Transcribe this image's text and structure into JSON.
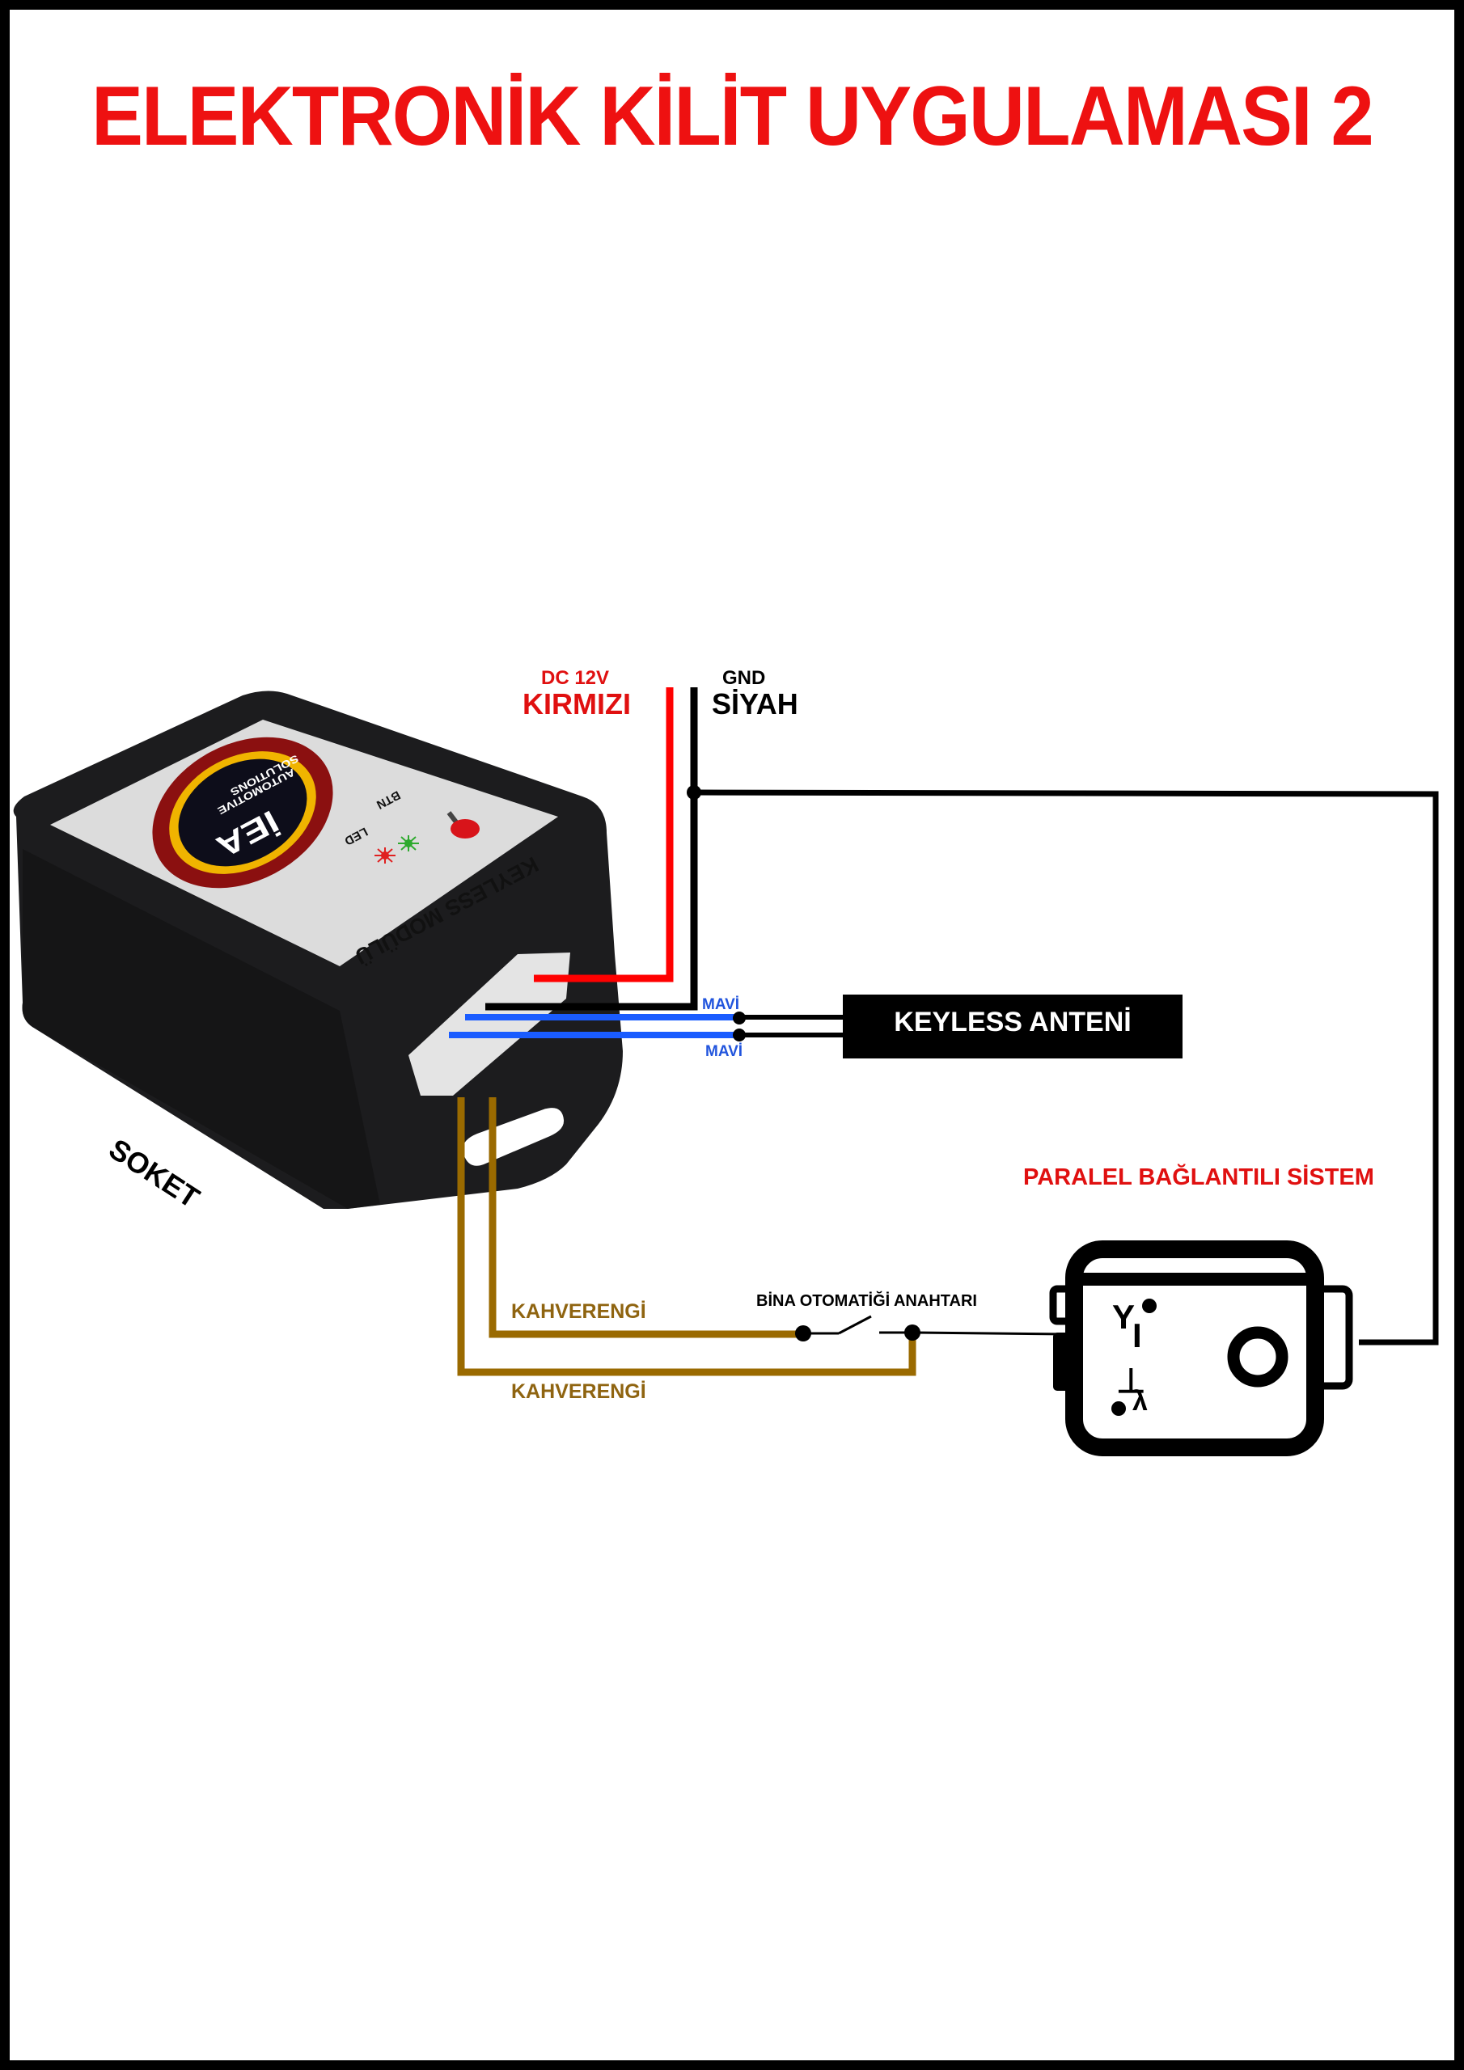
{
  "title": "ELEKTRONİK KİLİT UYGULAMASI 2",
  "colors": {
    "title": "#ee1111",
    "red_wire": "#ff0000",
    "black_wire": "#000000",
    "blue_wire": "#1a5cff",
    "blue_label": "#2255dd",
    "brown_wire": "#9a6a00",
    "brown_label": "#8f6410",
    "module_body": "#1c1c1e",
    "module_label": "#dcdcdc",
    "note": "#e01010",
    "border": "#000000"
  },
  "power": {
    "dc_label": "DC 12V",
    "red_label": "KIRMIZI",
    "gnd_label": "GND",
    "black_label": "SİYAH"
  },
  "module": {
    "name": "KEYLESS MODÜLÜ",
    "brand": "İEA",
    "brand_line1": "AUTOMOTIVE",
    "brand_line2": "SOLUTIONS",
    "btn_label": "BTN",
    "led_label": "LED",
    "socket_label": "SOKET"
  },
  "antenna": {
    "label": "KEYLESS ANTENİ",
    "wire_top_label": "MAVİ",
    "wire_bottom_label": "MAVİ"
  },
  "brown_wires": {
    "label_1": "KAHVERENGİ",
    "label_2": "KAHVERENGİ"
  },
  "switch": {
    "label": "BİNA OTOMATİĞİ ANAHTARI"
  },
  "lock": {
    "note": "PARALEL BAĞLANTILI SİSTEM"
  }
}
